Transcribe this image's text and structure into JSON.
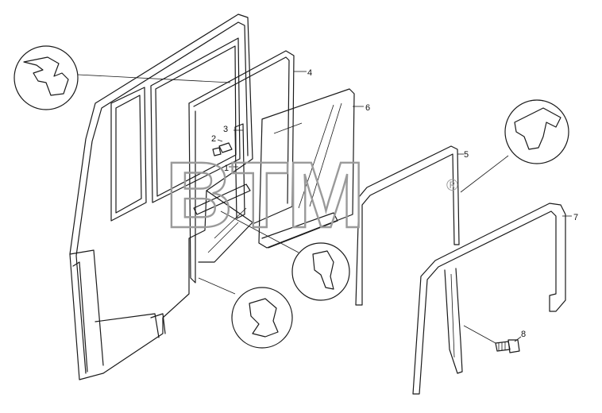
{
  "watermark": {
    "text": "BTM",
    "registered_mark": "®"
  },
  "callouts": [
    {
      "id": "1",
      "label": "1"
    },
    {
      "id": "2",
      "label": "2"
    },
    {
      "id": "3",
      "label": "3"
    },
    {
      "id": "4",
      "label": "4"
    },
    {
      "id": "5",
      "label": "5"
    },
    {
      "id": "6",
      "label": "6"
    },
    {
      "id": "7",
      "label": "7"
    },
    {
      "id": "8",
      "label": "8"
    }
  ],
  "colors": {
    "line": "#1a1a1a",
    "watermark": "#9a9a9a",
    "background": "#ffffff"
  }
}
